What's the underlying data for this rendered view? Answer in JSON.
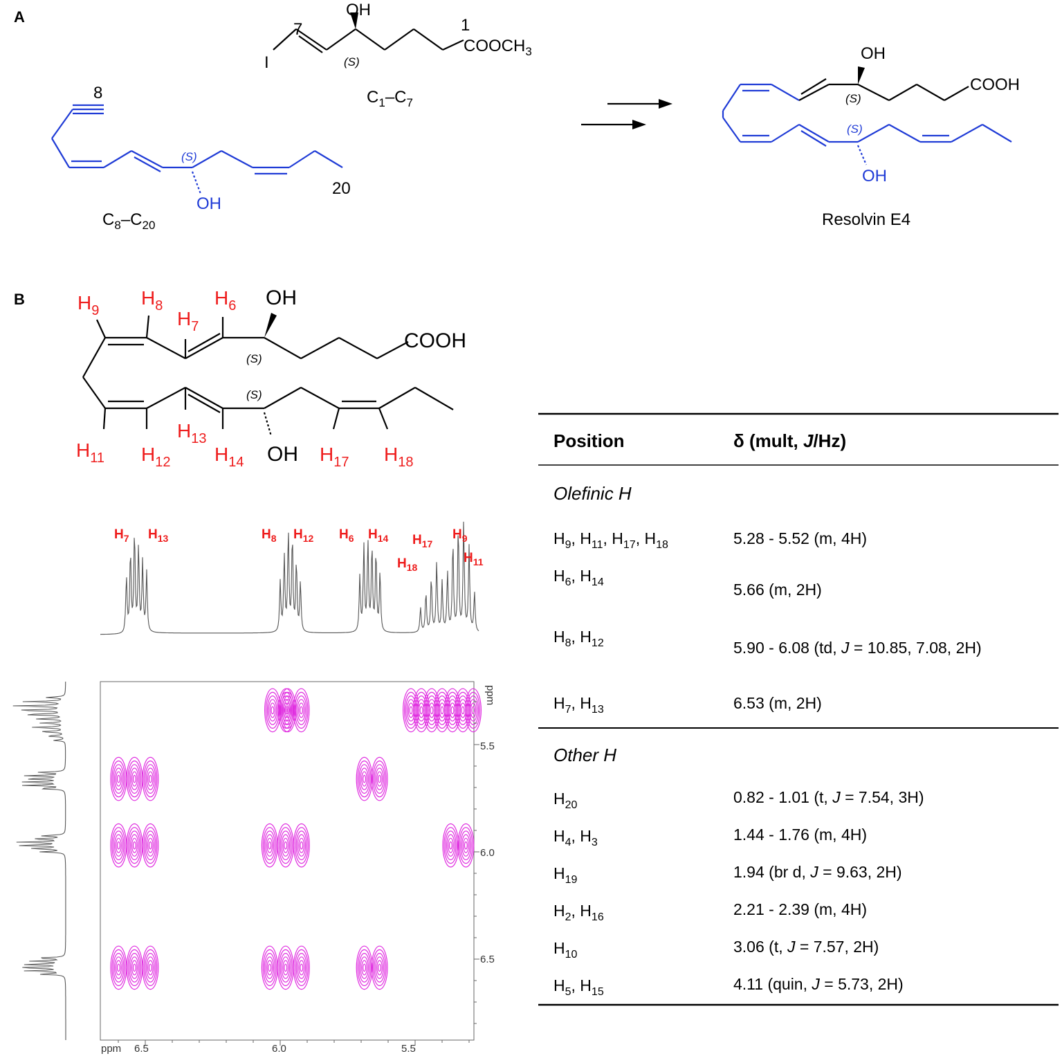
{
  "panel_a": {
    "label": "A",
    "fragment_c1_c7": {
      "name_main": "C",
      "name_sub1": "1",
      "name_dash": "–C",
      "name_sub2": "7",
      "oh": "OH",
      "iodine": "I",
      "carbon_7": "7",
      "carbon_1": "1",
      "ester_main": "COOCH",
      "ester_sub": "3",
      "stereo": "(S)"
    },
    "fragment_c8_c20": {
      "name_main": "C",
      "name_sub1": "8",
      "name_dash": "–C",
      "name_sub2": "20",
      "oh": "OH",
      "carbon_8": "8",
      "carbon_20": "20",
      "stereo": "(S)"
    },
    "product": {
      "name": "Resolvin E4",
      "oh_top": "OH",
      "oh_bottom": "OH",
      "acid": "COOH",
      "stereo_top": "(S)",
      "stereo_bottom": "(S)"
    }
  },
  "panel_b": {
    "label": "B",
    "structure": {
      "oh_top": "OH",
      "oh_bottom": "OH",
      "acid": "COOH",
      "stereo_top": "(S)",
      "stereo_bottom": "(S)",
      "h_labels": [
        {
          "main": "H",
          "sub": "9"
        },
        {
          "main": "H",
          "sub": "8"
        },
        {
          "main": "H",
          "sub": "7"
        },
        {
          "main": "H",
          "sub": "6"
        },
        {
          "main": "H",
          "sub": "11"
        },
        {
          "main": "H",
          "sub": "12"
        },
        {
          "main": "H",
          "sub": "13"
        },
        {
          "main": "H",
          "sub": "14"
        },
        {
          "main": "H",
          "sub": "17"
        },
        {
          "main": "H",
          "sub": "18"
        }
      ]
    },
    "spectrum_labels": [
      {
        "main": "H",
        "sub": "7"
      },
      {
        "main": "H",
        "sub": "13"
      },
      {
        "main": "H",
        "sub": "8"
      },
      {
        "main": "H",
        "sub": "12"
      },
      {
        "main": "H",
        "sub": "6"
      },
      {
        "main": "H",
        "sub": "14"
      },
      {
        "main": "H",
        "sub": "17"
      },
      {
        "main": "H",
        "sub": "9"
      },
      {
        "main": "H",
        "sub": "18"
      },
      {
        "main": "H",
        "sub": "11"
      }
    ],
    "cosy": {
      "x_unit": "ppm",
      "y_unit": "ppm",
      "x_ticks": [
        "6.5",
        "6.0",
        "5.5"
      ],
      "y_ticks": [
        "5.5",
        "6.0",
        "6.5"
      ]
    },
    "table": {
      "header_position": "Position",
      "header_shift_pre": "δ (mult, ",
      "header_shift_j": "J",
      "header_shift_post": "/Hz)",
      "section_olefinic": "Olefinic H",
      "section_other": "Other H",
      "olefinic_rows": [
        {
          "position": [
            [
              "H",
              "9"
            ],
            [
              "H",
              "11"
            ],
            [
              "H",
              "17"
            ],
            [
              "H",
              "18"
            ]
          ],
          "shift": "5.28 - 5.52 (m, 4H)",
          "j": "",
          "shift_tail": ""
        },
        {
          "position": [
            [
              "H",
              "6"
            ],
            [
              "H",
              "14"
            ]
          ],
          "shift": "5.66 (m, 2H)",
          "j": "",
          "shift_tail": ""
        },
        {
          "position": [
            [
              "H",
              "8"
            ],
            [
              "H",
              "12"
            ]
          ],
          "shift": "5.90 - 6.08 (td, ",
          "j": "J",
          "shift_tail": " = 10.85, 7.08, 2H)"
        },
        {
          "position": [
            [
              "H",
              "7"
            ],
            [
              "H",
              "13"
            ]
          ],
          "shift": "6.53 (m, 2H)",
          "j": "",
          "shift_tail": ""
        }
      ],
      "other_rows": [
        {
          "position": [
            [
              "H",
              "20"
            ]
          ],
          "shift": "0.82 - 1.01  (t, ",
          "j": "J",
          "shift_tail": " = 7.54, 3H)"
        },
        {
          "position": [
            [
              "H",
              "4"
            ],
            [
              "H",
              "3"
            ]
          ],
          "shift": "1.44 - 1.76 (m, 4H)",
          "j": "",
          "shift_tail": ""
        },
        {
          "position": [
            [
              "H",
              "19"
            ]
          ],
          "shift": "1.94 (br d, ",
          "j": "J",
          "shift_tail": " = 9.63, 2H)"
        },
        {
          "position": [
            [
              "H",
              "2"
            ],
            [
              "H",
              "16"
            ]
          ],
          "shift": "2.21 - 2.39 (m, 4H)",
          "j": "",
          "shift_tail": ""
        },
        {
          "position": [
            [
              "H",
              "10"
            ]
          ],
          "shift": "3.06 (t, ",
          "j": "J",
          "shift_tail": " = 7.57, 2H)"
        },
        {
          "position": [
            [
              "H",
              "5"
            ],
            [
              "H",
              "15"
            ]
          ],
          "shift": "4.11 (quin, ",
          "j": "J",
          "shift_tail": " = 5.73, 2H)"
        }
      ]
    }
  }
}
